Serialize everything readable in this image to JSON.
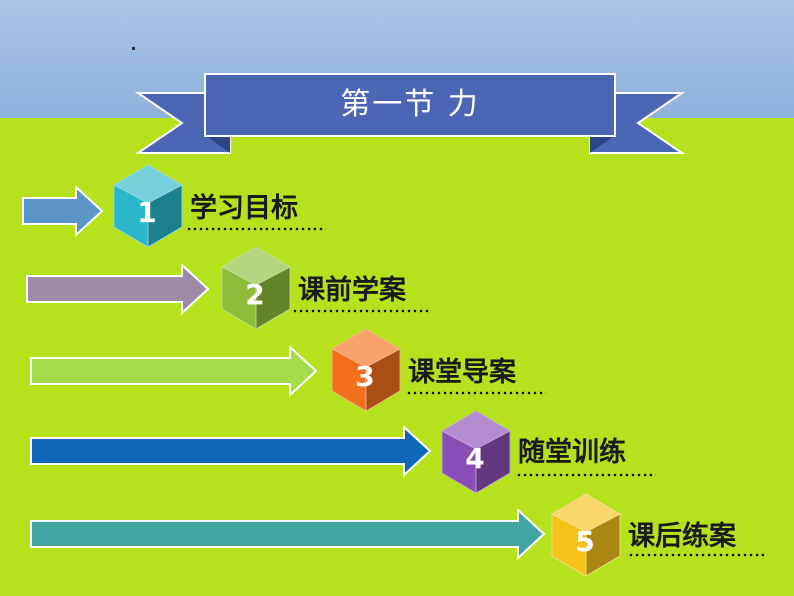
{
  "title": "第一节   力",
  "items": [
    {
      "number": "1",
      "label": "学习目标",
      "arrow_color": "#5b95c9",
      "cube_color": "#2ab7c9"
    },
    {
      "number": "2",
      "label": "课前学案",
      "arrow_color": "#9c8aa6",
      "cube_color": "#8dbd3a"
    },
    {
      "number": "3",
      "label": "课堂导案",
      "arrow_color": "#a6db4c",
      "cube_color": "#f2701c"
    },
    {
      "number": "4",
      "label": "随堂训练",
      "arrow_color": "#1066b8",
      "cube_color": "#8a4fb6"
    },
    {
      "number": "5",
      "label": "课后练案",
      "arrow_color": "#42a5a0",
      "cube_color": "#f5c21a"
    }
  ],
  "colors": {
    "banner": "#4a66b5",
    "background": "#b5e11d",
    "sky": "#a9c4e4"
  }
}
